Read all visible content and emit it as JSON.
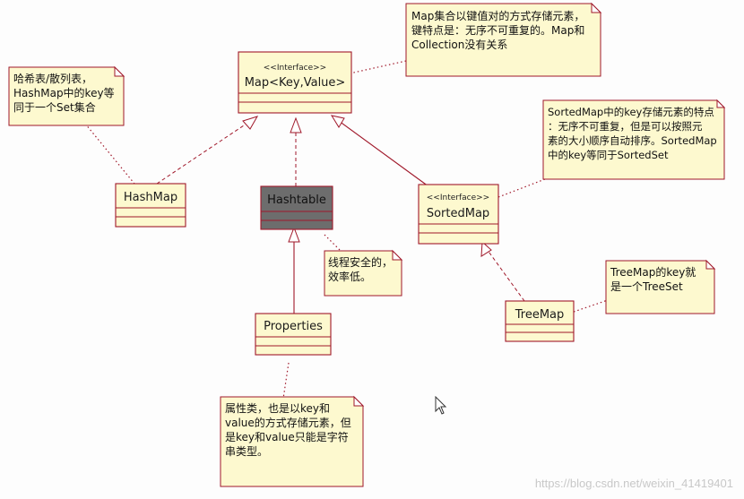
{
  "classes": {
    "map": {
      "stereotype": "<<Interface>>",
      "name": "Map<Key,Value>"
    },
    "hashmap": {
      "name": "HashMap"
    },
    "hashtable": {
      "name": "Hashtable"
    },
    "sortedmap": {
      "stereotype": "<<Interface>>",
      "name": "SortedMap"
    },
    "properties": {
      "name": "Properties"
    },
    "treemap": {
      "name": "TreeMap"
    }
  },
  "notes": {
    "map_note": "Map集合以键值对的方式存储元素，\n键特点是：无序不可重复的。Map和\nCollection没有关系",
    "hashmap_note": "哈希表/散列表，\nHashMap中的key等\n同于一个Set集合",
    "sortedmap_note": "SortedMap中的key存储元素的特点\n：无序不可重复，但是可以按照元\n素的大小顺序自动排序。SortedMap\n中的key等同于SortedSet",
    "hashtable_note": "线程安全的，\n效率低。",
    "treemap_note": "TreeMap的key就\n是一个TreeSet",
    "properties_note": "属性类，也是以key和\nvalue的方式存储元素，但\n是key和value只能是字符\n串类型。"
  },
  "watermark": "https://blog.csdn.net/weixin_41419401",
  "colors": {
    "border": "#a0182a",
    "fill": "#fdf9cf",
    "dark_fill": "#6d6d6d"
  }
}
